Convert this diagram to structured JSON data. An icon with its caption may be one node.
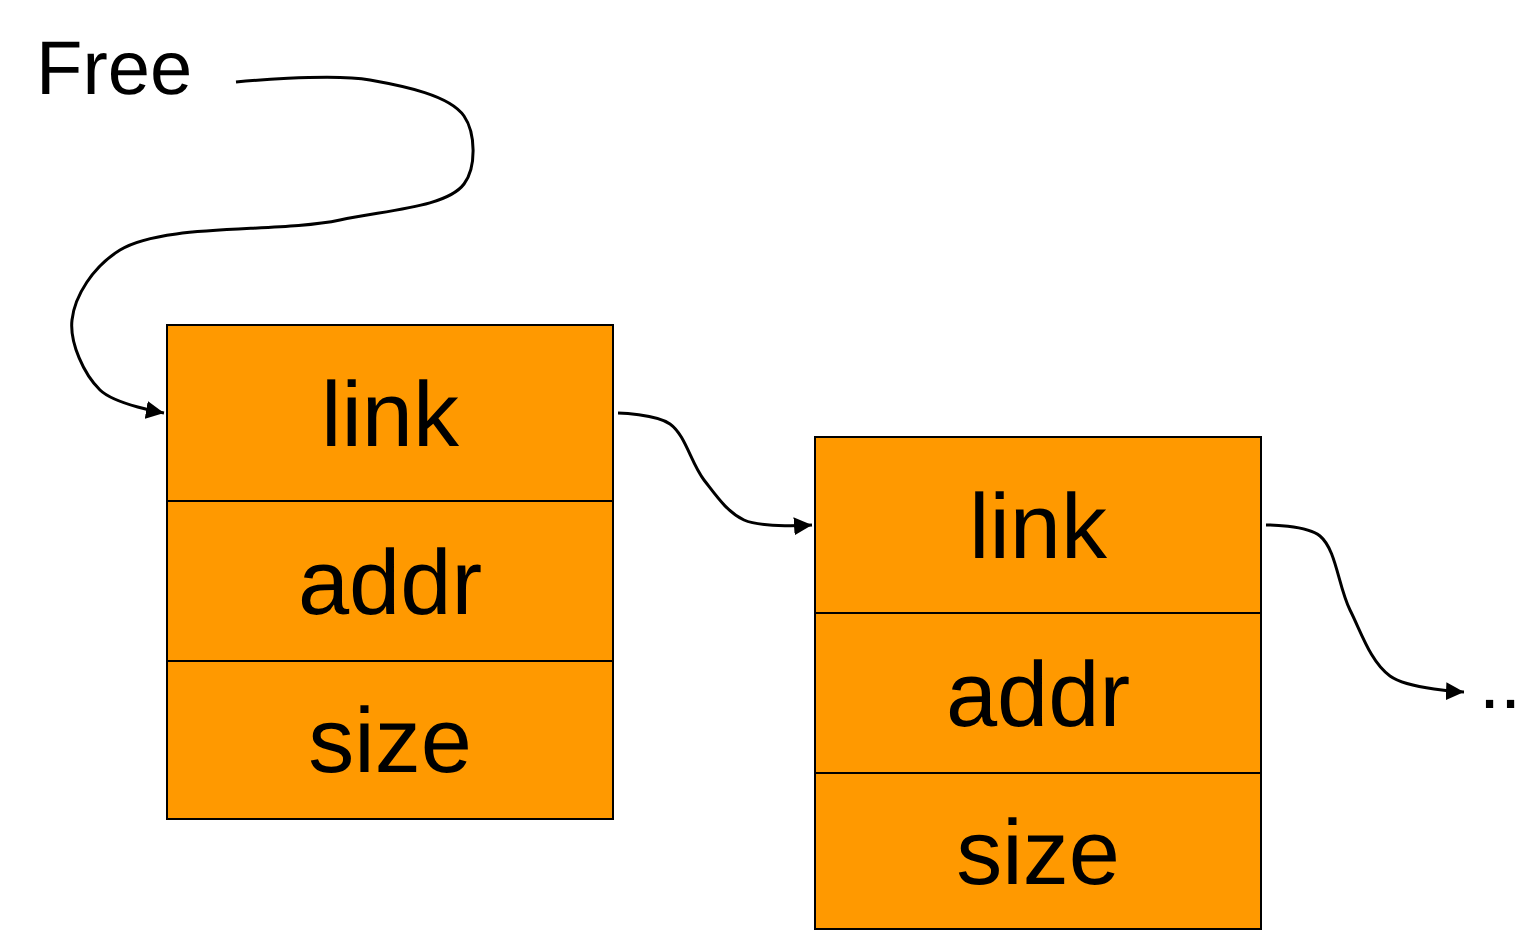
{
  "diagram": {
    "nodes": [
      {
        "text": [
          "Free"
        ]
      },
      {
        "text": [
          "link"
        ]
      },
      {
        "text": [
          "addr"
        ]
      },
      {
        "text": [
          "size"
        ]
      },
      {
        "text": [
          "link"
        ]
      },
      {
        "text": [
          "addr"
        ]
      },
      {
        "text": [
          "size"
        ]
      },
      {
        "text": [
          ".."
        ]
      }
    ],
    "edges": [
      {
        "from": 0,
        "to": 1,
        "arrow": "to"
      },
      {
        "from": 1,
        "to": 4,
        "arrow": "to"
      },
      {
        "from": 4,
        "to": 7,
        "arrow": "to"
      }
    ]
  }
}
